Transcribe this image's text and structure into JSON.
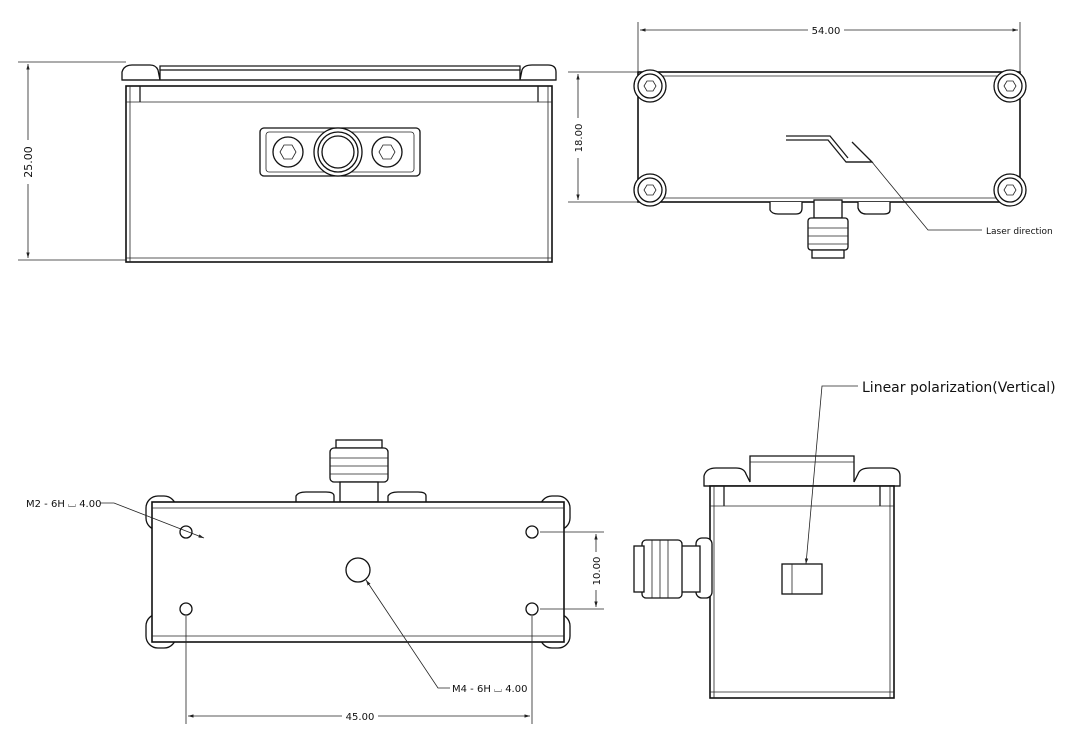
{
  "dimensions": {
    "height_total": "25.00",
    "height_body": "18.00",
    "width_total": "54.00",
    "hole_spacing_vertical": "10.00",
    "hole_spacing_horizontal": "45.00"
  },
  "annotations": {
    "laser_direction": "Laser direction",
    "polarization": "Linear polarization(Vertical)",
    "small_thread": "M2 - 6H ⌴ 4.00",
    "large_thread": "M4 - 6H ⌴ 4.00"
  }
}
